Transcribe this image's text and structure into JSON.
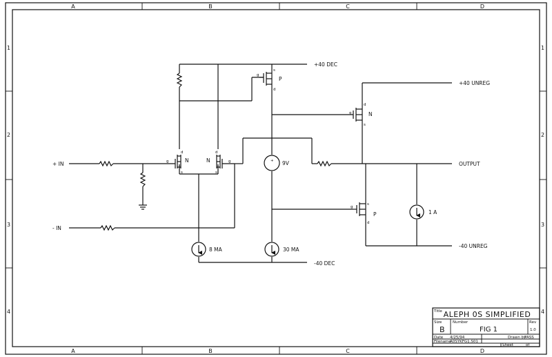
{
  "zones": {
    "columns": [
      "A",
      "B",
      "C",
      "D"
    ],
    "rows": [
      "1",
      "2",
      "3",
      "4"
    ]
  },
  "nets": {
    "pos_dec": "+40 DEC",
    "neg_dec": "-40 DEC",
    "pos_unreg": "+40 UNREG",
    "neg_unreg": "-40 UNREG",
    "output": "OUTPUT",
    "in_pos": "+ IN",
    "in_neg": "- IN"
  },
  "components": {
    "p_type": "P",
    "n_type": "N",
    "pin_g": "g",
    "pin_d": "d",
    "pin_s": "s",
    "source_9v": "9V",
    "current_8ma": "8 MA",
    "current_30ma": "30 MA",
    "current_1a": "1 A"
  },
  "title_block": {
    "title_label": "Title",
    "title": "ALEPH 0S SIMPLIFIED",
    "size_label": "Size",
    "size": "B",
    "number_label": "Number",
    "number": "FIG 1",
    "rev_label": "Rev",
    "rev": "1.0",
    "date_label": "Date",
    "date": "4/25/94",
    "drawn_by_label": "Drawn by",
    "drawn_by": "PASS",
    "filename_label": "Filename",
    "filename": "A0SYKFG1.S01",
    "sheet_label": "Sheet",
    "sheet_of": "of"
  }
}
